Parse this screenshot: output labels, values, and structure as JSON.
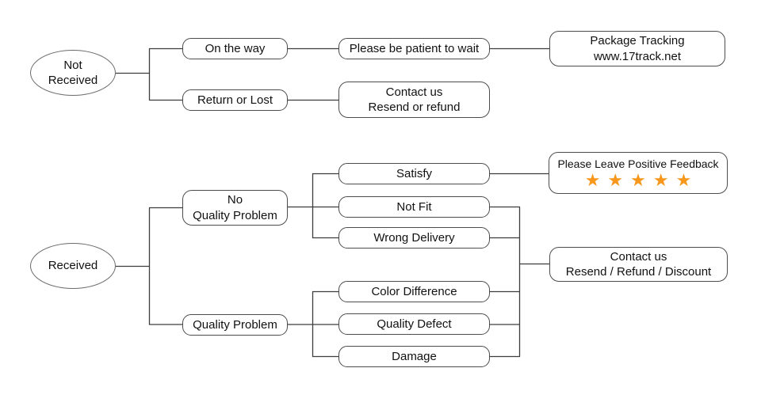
{
  "colors": {
    "star": "#F7981D",
    "line": "#3d3d3d",
    "node_border": "#4c4c4c"
  },
  "nodes": {
    "not_received": {
      "lines": [
        "Not",
        "Received"
      ]
    },
    "on_the_way": {
      "lines": [
        "On the way"
      ]
    },
    "be_patient": {
      "lines": [
        "Please be patient to wait"
      ]
    },
    "package_tracking": {
      "lines": [
        "Package Tracking",
        "www.17track.net"
      ]
    },
    "return_or_lost": {
      "lines": [
        "Return or Lost"
      ]
    },
    "contact_resend_refund": {
      "lines": [
        "Contact us",
        "Resend or refund"
      ]
    },
    "received": {
      "lines": [
        "Received"
      ]
    },
    "no_quality_problem": {
      "lines": [
        "No",
        "Quality Problem"
      ]
    },
    "quality_problem": {
      "lines": [
        "Quality Problem"
      ]
    },
    "satisfy": {
      "lines": [
        "Satisfy"
      ]
    },
    "not_fit": {
      "lines": [
        "Not Fit"
      ]
    },
    "wrong_delivery": {
      "lines": [
        "Wrong Delivery"
      ]
    },
    "color_difference": {
      "lines": [
        "Color Difference"
      ]
    },
    "quality_defect": {
      "lines": [
        "Quality Defect"
      ]
    },
    "damage": {
      "lines": [
        "Damage"
      ]
    },
    "positive_feedback": {
      "title": "Please Leave Positive Feedback",
      "stars": "★★★★★",
      "star_count": 5
    },
    "contact_discount": {
      "lines": [
        "Contact us",
        "Resend / Refund / Discount"
      ]
    }
  },
  "edges": [
    {
      "from": "not_received",
      "to": "on_the_way"
    },
    {
      "from": "not_received",
      "to": "return_or_lost"
    },
    {
      "from": "on_the_way",
      "to": "be_patient"
    },
    {
      "from": "be_patient",
      "to": "package_tracking"
    },
    {
      "from": "return_or_lost",
      "to": "contact_resend_refund"
    },
    {
      "from": "received",
      "to": "no_quality_problem"
    },
    {
      "from": "received",
      "to": "quality_problem"
    },
    {
      "from": "no_quality_problem",
      "to": "satisfy"
    },
    {
      "from": "no_quality_problem",
      "to": "not_fit"
    },
    {
      "from": "no_quality_problem",
      "to": "wrong_delivery"
    },
    {
      "from": "satisfy",
      "to": "positive_feedback"
    },
    {
      "from": "not_fit",
      "to": "contact_discount"
    },
    {
      "from": "wrong_delivery",
      "to": "contact_discount"
    },
    {
      "from": "quality_problem",
      "to": "color_difference"
    },
    {
      "from": "quality_problem",
      "to": "quality_defect"
    },
    {
      "from": "quality_problem",
      "to": "damage"
    },
    {
      "from": "color_difference",
      "to": "contact_discount"
    },
    {
      "from": "quality_defect",
      "to": "contact_discount"
    },
    {
      "from": "damage",
      "to": "contact_discount"
    }
  ]
}
